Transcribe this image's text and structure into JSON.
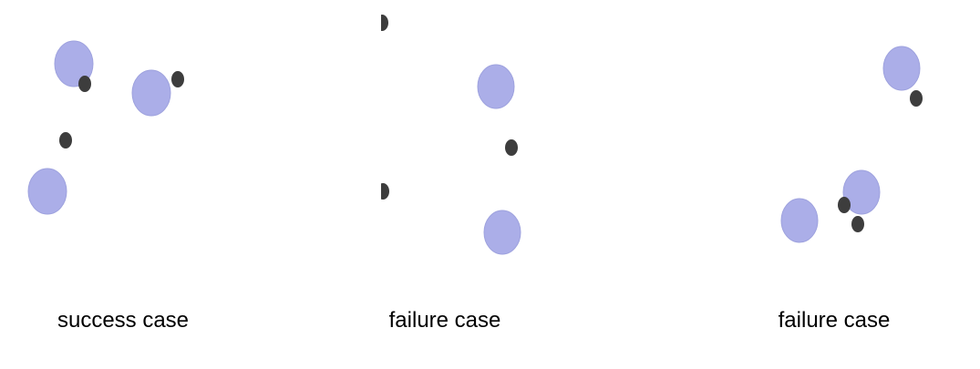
{
  "colors": {
    "target": "#abaee8",
    "target_stroke": "#9ea2de",
    "agent": "#3d3d3d",
    "background": "#ffffff"
  },
  "panels": [
    {
      "label": "success case",
      "targets": 3,
      "agents": 3
    },
    {
      "label": "failure case",
      "targets": 2,
      "agents": 3
    },
    {
      "label": "failure case",
      "targets": 3,
      "agents": 3
    }
  ]
}
